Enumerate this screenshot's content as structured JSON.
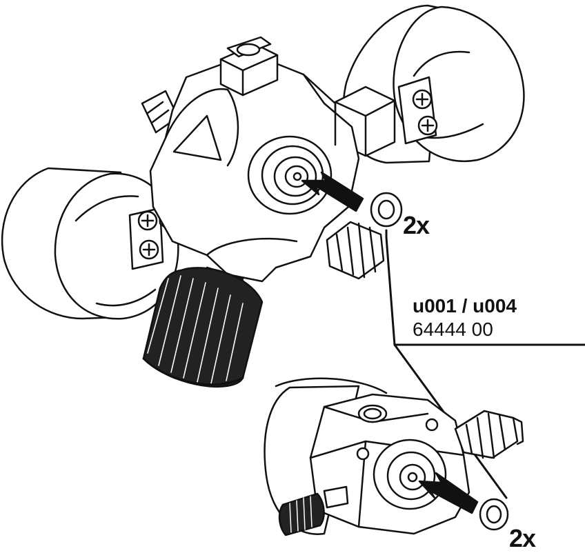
{
  "labels": {
    "quantity_top": "2x",
    "quantity_bottom": "2x",
    "model_codes": "u001 / u004",
    "part_number": "64444 00"
  },
  "colors": {
    "line": "#111111",
    "fill": "#ffffff",
    "knob": "#222222"
  }
}
